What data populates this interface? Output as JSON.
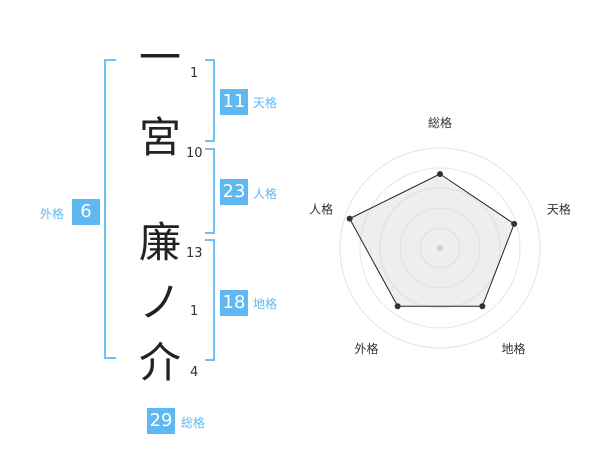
{
  "name_chars": [
    {
      "char": "一",
      "strokes": "1"
    },
    {
      "char": "宮",
      "strokes": "10"
    },
    {
      "char": "廉",
      "strokes": "13"
    },
    {
      "char": "ノ",
      "strokes": "1"
    },
    {
      "char": "介",
      "strokes": "4"
    }
  ],
  "fortunes": {
    "tenkaku": {
      "value": "11",
      "label": "天格"
    },
    "jinkaku": {
      "value": "23",
      "label": "人格"
    },
    "chikaku": {
      "value": "18",
      "label": "地格"
    },
    "gaikaku": {
      "value": "6",
      "label": "外格"
    },
    "soukaku": {
      "value": "29",
      "label": "総格"
    }
  },
  "colors": {
    "accent": "#5fb8f2",
    "bracket": "#6ec1f5",
    "text": "#333333"
  },
  "chart_data": {
    "type": "radar",
    "axes": [
      "総格",
      "天格",
      "地格",
      "外格",
      "人格"
    ],
    "values": [
      0.74,
      0.78,
      0.72,
      0.72,
      0.95
    ],
    "rings": 4,
    "scale": [
      0,
      1
    ]
  }
}
